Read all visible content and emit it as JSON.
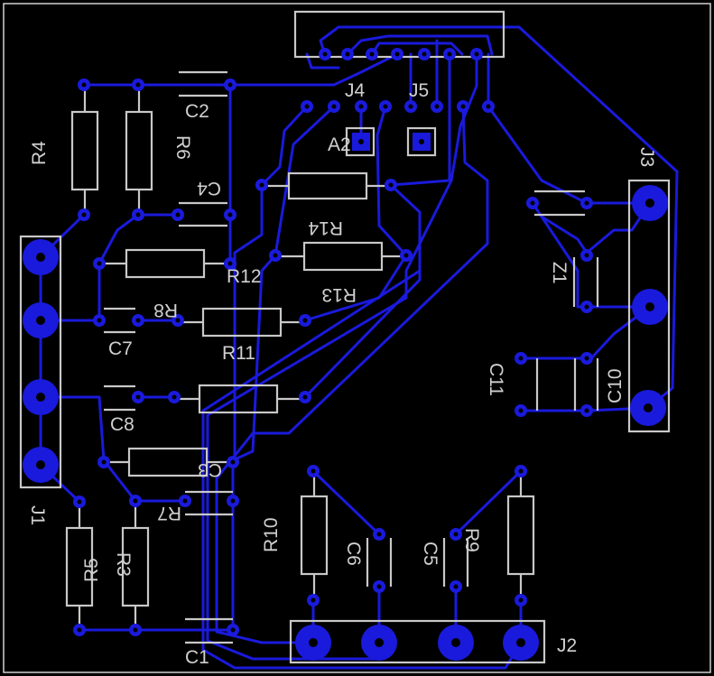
{
  "board": {
    "background": "#000000",
    "copper_color": "#1a1adc",
    "silkscreen_color": "#c8c8c8"
  },
  "labels": {
    "c1": "C1",
    "c2": "C2",
    "c3": "C3",
    "c4": "C4",
    "c5": "C5",
    "c6": "C6",
    "c7": "C7",
    "c8": "C8",
    "c10": "C10",
    "c11": "C11",
    "r3": "R3",
    "r4": "R4",
    "r5": "R5",
    "r6": "R6",
    "r7": "R7",
    "r8": "R8",
    "r9": "R9",
    "r10": "R10",
    "r11": "R11",
    "r12": "R12",
    "r13": "R13",
    "r14": "R14",
    "z1": "Z1",
    "a2": "A2",
    "j1": "J1",
    "j2": "J2",
    "j3": "J3",
    "j4": "J4",
    "j5": "J5"
  }
}
